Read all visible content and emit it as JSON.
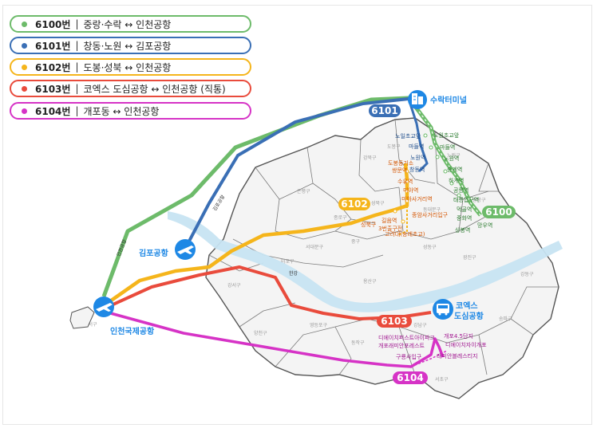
{
  "legend": [
    {
      "num": "6100번",
      "route": "중랑·수락 ↔ 인천공항",
      "color": "#6dbb6a"
    },
    {
      "num": "6101번",
      "route": "창동·노원 ↔ 김포공항",
      "color": "#3a6fb5"
    },
    {
      "num": "6102번",
      "route": "도봉·성북 ↔ 인천공항",
      "color": "#f5b51b"
    },
    {
      "num": "6103번",
      "route": "코엑스 도심공항 ↔ 인천공항 (직통)",
      "color": "#e94b3c"
    },
    {
      "num": "6104번",
      "route": "개포동 ↔ 인천공항",
      "color": "#d633c6"
    }
  ],
  "route_labels": {
    "r6100": "6100",
    "r6101": "6101",
    "r6102": "6102",
    "r6103": "6103",
    "r6104": "6104"
  },
  "places": {
    "suraq": "수락터미널",
    "gimpo": "김포공항",
    "incheon": "인천국제공항",
    "coex_1": "코엑스",
    "coex_2": "도심공항"
  },
  "roads": {
    "incheon_road": "인천공항",
    "gimpo_road": "김포공항",
    "river": "한강"
  },
  "districts": [
    "도봉구",
    "강북구",
    "노원구",
    "은평구",
    "성북구",
    "중랑구",
    "종로구",
    "동대문구",
    "서대문구",
    "중구",
    "마포구",
    "성동구",
    "광진구",
    "용산구",
    "강서구",
    "양천구",
    "영등포구",
    "동작구",
    "강남구",
    "송파구",
    "서초구",
    "강동구",
    "강서구"
  ],
  "stops_6100": [
    "노원초교앞",
    "마들역",
    "노원역",
    "중계역",
    "하계역",
    "공릉역",
    "태릉입구역",
    "먹골역",
    "중화역",
    "상봉역",
    "망우역"
  ],
  "stops_6101": [
    "노일초교앞",
    "마들역",
    "노원역",
    "창동역"
  ],
  "stops_6102": [
    "도봉동기소",
    "쌍문역",
    "수유역",
    "미아역",
    "미아사거리역",
    "길음역",
    "3번출구전",
    "고려대(송레초교)",
    "성북구",
    "종암사거리입구"
  ],
  "stops_6104": [
    "디에이치퍼스트아이파크",
    "개포래미안포레스트",
    "구룡사입구",
    "개포4.5단지",
    "디에이치자이개포",
    "래미안블레스티지"
  ]
}
